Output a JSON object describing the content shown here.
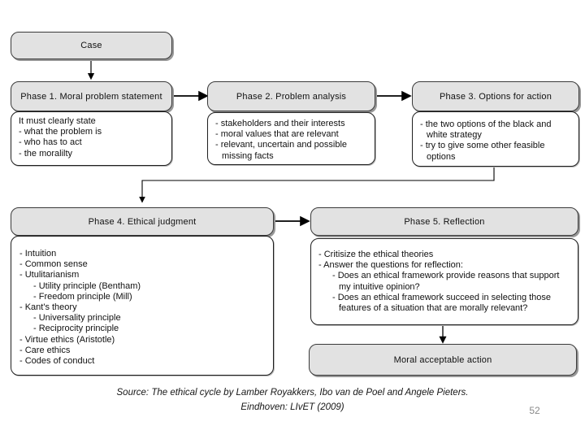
{
  "diagram": {
    "case": {
      "label": "Case"
    },
    "phase1": {
      "title": "Phase 1. Moral problem statement",
      "lines": [
        "It must clearly state",
        "- what the problem is",
        "- who has to act",
        "- the moralilty"
      ]
    },
    "phase2": {
      "title": "Phase 2. Problem analysis",
      "lines": [
        "- stakeholders and their interests",
        "- moral values that are relevant",
        "- relevant, uncertain and possible missing facts"
      ]
    },
    "phase3": {
      "title": "Phase 3. Options for action",
      "lines": [
        "- the two options of the black and white strategy",
        "- try to give some other feasible options"
      ]
    },
    "phase4": {
      "title": "Phase 4. Ethical judgment",
      "lines": [
        "- Intuition",
        "- Common sense",
        "- Utulitarianism",
        "- Utility principle (Bentham)",
        "- Freedom principle (Mill)",
        "- Kant's theory",
        "- Universality principle",
        "- Reciprocity principle",
        "- Virtue ethics (Aristotle)",
        "- Care ethics",
        "- Codes of conduct"
      ]
    },
    "phase5": {
      "title": "Phase 5. Reflection",
      "lines": [
        "- Critisize the ethical theories",
        "- Answer the questions for reflection:",
        "- Does an ethical framework provide reasons that support my intuitive opinion?",
        "- Does an ethical framework succeed in selecting those features of a situation that are morally relevant?"
      ]
    },
    "result": {
      "label": "Moral acceptable action"
    }
  },
  "footer": {
    "source_line1": "Source: The ethical cycle by Lamber Royakkers, Ibo van de Poel and Angele Pieters.",
    "source_line2": "Eindhoven: LIvET (2009)",
    "page_number": "52"
  },
  "colors": {
    "header_fill": "#e2e2e2",
    "box_border": "#1f1f1f",
    "arrow": "#000000",
    "page_number": "#8a8a8a"
  }
}
